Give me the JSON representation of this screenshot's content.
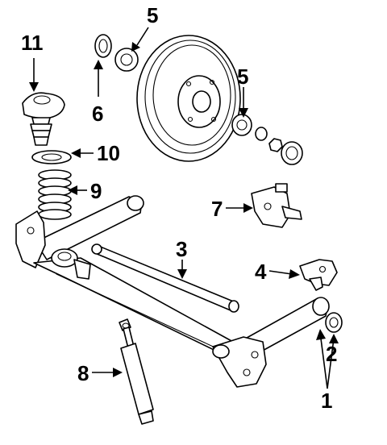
{
  "callouts": [
    {
      "id": "1",
      "label": "1"
    },
    {
      "id": "2",
      "label": "2"
    },
    {
      "id": "3",
      "label": "3"
    },
    {
      "id": "4",
      "label": "4"
    },
    {
      "id": "5a",
      "label": "5"
    },
    {
      "id": "5b",
      "label": "5"
    },
    {
      "id": "6",
      "label": "6"
    },
    {
      "id": "7",
      "label": "7"
    },
    {
      "id": "8",
      "label": "8"
    },
    {
      "id": "9",
      "label": "9"
    },
    {
      "id": "10",
      "label": "10"
    },
    {
      "id": "11",
      "label": "11"
    }
  ]
}
